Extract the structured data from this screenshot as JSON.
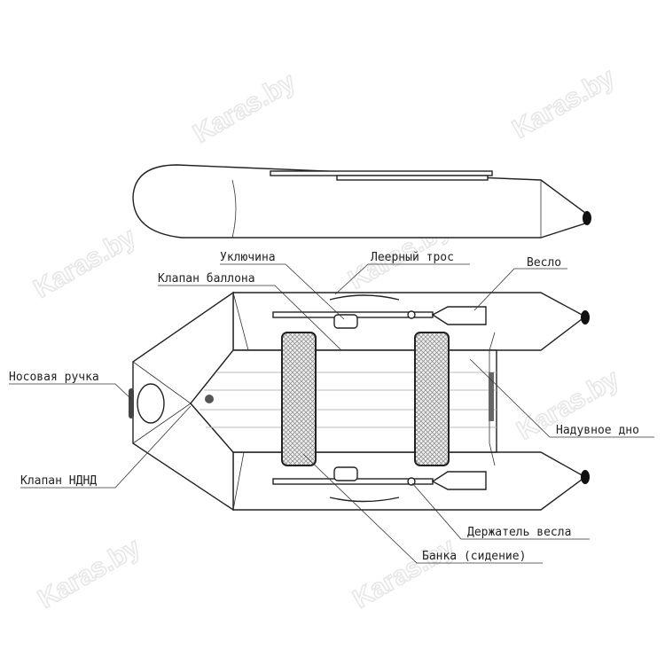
{
  "watermark": "Karas.by",
  "labels": {
    "oarlock": "Уключина",
    "grab_line": "Леерный трос",
    "oar": "Весло",
    "tube_valve": "Клапан баллона",
    "bow_handle": "Носовая ручка",
    "inflatable_floor": "Надувное дно",
    "floor_valve": "Клапан НДНД",
    "oar_holder": "Держатель весла",
    "seat": "Банка (сидение)"
  }
}
